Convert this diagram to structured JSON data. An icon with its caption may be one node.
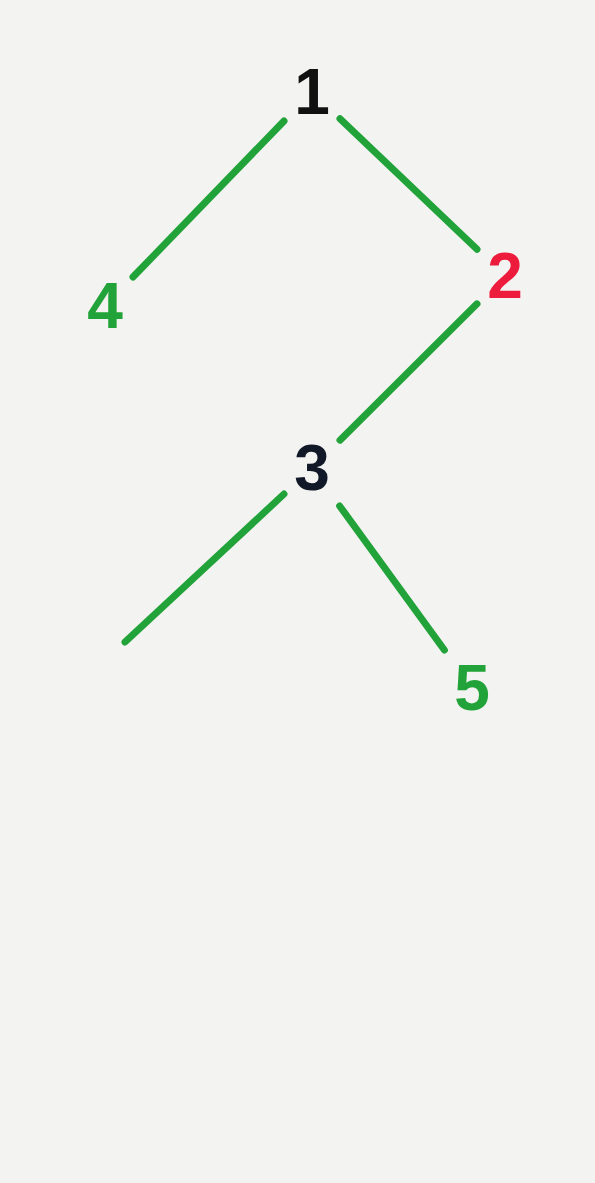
{
  "diagram": {
    "nodes": [
      {
        "text": [
          "1"
        ]
      },
      {
        "text": [
          "4"
        ]
      },
      {
        "text": [
          "2"
        ]
      },
      {
        "text": [
          "3"
        ]
      },
      {
        "text": [
          "5"
        ]
      }
    ],
    "edges": [
      {
        "from": 0,
        "to": 1,
        "arrow": "none"
      },
      {
        "from": 0,
        "to": 2,
        "arrow": "none"
      },
      {
        "from": 2,
        "to": 3,
        "arrow": "none"
      },
      {
        "from": 3,
        "to": null,
        "arrow": "none"
      },
      {
        "from": 3,
        "to": 4,
        "arrow": "none"
      }
    ]
  }
}
